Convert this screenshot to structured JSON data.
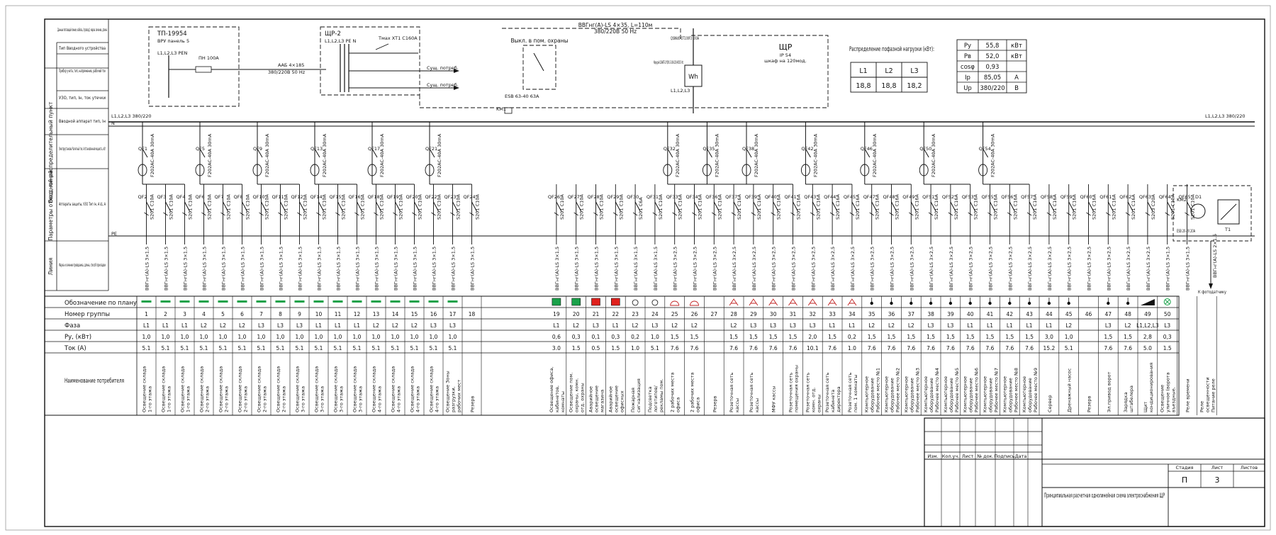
{
  "left_labels": {
    "supply": "Данные питающей линии, кабель, (провод), марка сечение, длина",
    "input_type": "Тип Вводного устройства",
    "meter": "Прибор учета, тип, напряжение, рабочий ток",
    "rcd": "УЗО, тип, Iн, ток утечки",
    "input_breaker": "Вводной аппарат тип, Iн",
    "electro": "Электроустановка Расчетный ток, А Установленная мощность, кВт",
    "protection": "Аппараты защиты, УЗО Тип Iн, А IΔ, А",
    "marking": "Марка и сечение проводника, длина, способ прокладки",
    "vertical_1": "Вводной распределительный пункт",
    "vertical_2": "Параметры отход. линий",
    "vertical_3": "Линия"
  },
  "top": {
    "tp_title": "ТП-19954",
    "tp_sub": "ВРУ панель 5",
    "tp_bus": "L1,L2,L3 PEN",
    "tp_fuse": "ПН 100А",
    "zsh_title": "ЩР-2",
    "zsh_bus": "L1,L2,L3 PE N",
    "zsh_cable": "ААБ 4×185",
    "zsh_volt": "380/220В 50 Hz",
    "zsh_breaker": "Тмах XT1 C160A",
    "ex1": "Сущ. потреб.",
    "ex2": "Сущ. потреб.",
    "security_switch": "Выкл. в пом. охраны",
    "esb": "ESB 63-40 63A",
    "km1": "KM1",
    "main_cable": "ВВГнг(А)-LS 4×35, L=110м",
    "main_volt": "380/220В 50 Hz",
    "main_breaker": "QS86d0 OT100F3 100A",
    "meter": "Меркурий 236ART-02 PQRS 5-100А 230/400В 50 Hz",
    "meter_symbol": "Wh",
    "meter_bus": "L1,L2,L3",
    "shr_title": "ЩР",
    "shr_ip": "IP 54",
    "shr_desc": "шкаф на 120мод.",
    "bus_left": "L1,L2,L3 380/220",
    "bus_right": "L1,L2,L3 380/220",
    "n_label": "N",
    "pe_label": "PE"
  },
  "phase_table": {
    "title": "Распределение пофазной нагрузки (кВт):",
    "headers": [
      "L1",
      "L2",
      "L3"
    ],
    "values": [
      "18,8",
      "18,8",
      "18,2"
    ]
  },
  "power_table": [
    {
      "k": "Ру",
      "v": "55,8",
      "u": "кВт"
    },
    {
      "k": "Рв",
      "v": "52,0",
      "u": "кВт"
    },
    {
      "k": "cosφ",
      "v": "0,93",
      "u": ""
    },
    {
      "k": "Iр",
      "v": "85,05",
      "u": "A"
    },
    {
      "k": "Uр",
      "v": "380/220",
      "u": "B"
    }
  ],
  "row_labels": {
    "plan": "Обозначение по плану",
    "group": "Номер группы",
    "phase": "Фаза",
    "power": "Ру, (кВт)",
    "current": "Ток (А)",
    "name": "Наименование потребителя"
  },
  "rcd_left": [
    "QF1",
    "QF5",
    "QF9",
    "QF13",
    "QF17",
    "QF21"
  ],
  "rcd_right": [
    "QF32",
    "QF35",
    "QF38",
    "QF42",
    "QF46",
    "QF50",
    "QF54"
  ],
  "rcd_label": "F202AC-40A 30mA",
  "cable_label": "ВВГнг(А)-LS 3×1,5",
  "cable_label_b": "ВВГнг(А)-LS 3×2,5",
  "groups": [
    {
      "n": "1",
      "phase": "L1",
      "p": "1,0",
      "i": "5.1",
      "name": "Освещение склада 1-го этажа",
      "qf": "QF2",
      "br": "S201 C10A",
      "sym": "green"
    },
    {
      "n": "2",
      "phase": "L1",
      "p": "1,0",
      "i": "5.1",
      "name": "Освещение склада 1-го этажа",
      "qf": "QF3",
      "br": "S201 C10A",
      "sym": "green"
    },
    {
      "n": "3",
      "phase": "L1",
      "p": "1,0",
      "i": "5.1",
      "name": "Освещение склада 1-го этажа",
      "qf": "QF4",
      "br": "S201 C10A",
      "sym": "green"
    },
    {
      "n": "4",
      "phase": "L2",
      "p": "1,0",
      "i": "5.1",
      "name": "Освещение склада 2-го этажа",
      "qf": "QF6",
      "br": "S201 C10A",
      "sym": "green"
    },
    {
      "n": "5",
      "phase": "L2",
      "p": "1,0",
      "i": "5.1",
      "name": "Освещение склада 2-го этажа",
      "qf": "QF7",
      "br": "S201 C10A",
      "sym": "green"
    },
    {
      "n": "6",
      "phase": "L2",
      "p": "1,0",
      "i": "5.1",
      "name": "Освещение склада 2-го этажа",
      "qf": "QF8",
      "br": "S201 C10A",
      "sym": "green"
    },
    {
      "n": "7",
      "phase": "L3",
      "p": "1,0",
      "i": "5.1",
      "name": "Освещение склада 2-го этажа",
      "qf": "QF10",
      "br": "S201 C10A",
      "sym": "green"
    },
    {
      "n": "8",
      "phase": "L3",
      "p": "1,0",
      "i": "5.1",
      "name": "Освещение склада 2-го этажа",
      "qf": "QF11",
      "br": "S201 C10A",
      "sym": "green"
    },
    {
      "n": "9",
      "phase": "L3",
      "p": "1,0",
      "i": "5.1",
      "name": "Освещение склада 3-го этажа",
      "qf": "QF12",
      "br": "S201 C10A",
      "sym": "green"
    },
    {
      "n": "10",
      "phase": "L1",
      "p": "1,0",
      "i": "5.1",
      "name": "Освещение склада 3-го этажа",
      "qf": "QF14",
      "br": "S201 C10A",
      "sym": "green"
    },
    {
      "n": "11",
      "phase": "L1",
      "p": "1,0",
      "i": "5.1",
      "name": "Освещение склада 3-го этажа",
      "qf": "QF15",
      "br": "S201 C10A",
      "sym": "green"
    },
    {
      "n": "12",
      "phase": "L1",
      "p": "1,0",
      "i": "5.1",
      "name": "Освещение склада 3-го этажа",
      "qf": "QF16",
      "br": "S201 C10A",
      "sym": "green"
    },
    {
      "n": "13",
      "phase": "L2",
      "p": "1,0",
      "i": "5.1",
      "name": "Освещение склада 4-го этажа",
      "qf": "QF18",
      "br": "S201 C10A",
      "sym": "green"
    },
    {
      "n": "14",
      "phase": "L2",
      "p": "1,0",
      "i": "5.1",
      "name": "Освещение склада 4-го этажа",
      "qf": "QF19",
      "br": "S201 C10A",
      "sym": "green"
    },
    {
      "n": "15",
      "phase": "L2",
      "p": "1,0",
      "i": "5.1",
      "name": "Освещение склада 4-го этажа",
      "qf": "QF20",
      "br": "S201 C10A",
      "sym": "green"
    },
    {
      "n": "16",
      "phase": "L3",
      "p": "1,0",
      "i": "5.1",
      "name": "Освещение склада 4-го этажа",
      "qf": "QF22",
      "br": "S201 C10A",
      "sym": "green"
    },
    {
      "n": "17",
      "phase": "L3",
      "p": "1,0",
      "i": "5.1",
      "name": "Освещение Зоны разгрузки, рабочих мест 1-го эт.",
      "qf": "QF23",
      "br": "S201 C10A",
      "sym": "green"
    },
    {
      "n": "18",
      "phase": "",
      "p": "",
      "i": "",
      "name": "Резерв",
      "qf": "QF24",
      "br": "S201 C10A",
      "sym": ""
    },
    {
      "n": "19",
      "phase": "L1",
      "p": "0,6",
      "i": "3.0",
      "name": "Освещение офиса, кабинетов, комнаты",
      "qf": "QF26",
      "br": "S201 C10A",
      "sym": "greenbox"
    },
    {
      "n": "20",
      "phase": "L2",
      "p": "0,3",
      "i": "1.5",
      "name": "Освещение пом. охраны, комн. отд. охраны",
      "qf": "QF27",
      "br": "S201 C10A",
      "sym": "greenbox"
    },
    {
      "n": "21",
      "phase": "L3",
      "p": "0,1",
      "i": "0.5",
      "name": "Аварийное освещение магазина",
      "qf": "QF28",
      "br": "S201 C10A",
      "sym": "redbox"
    },
    {
      "n": "22",
      "phase": "L1",
      "p": "0,3",
      "i": "1.5",
      "name": "Аварийное освещение офисных помещений",
      "qf": "QF29",
      "br": "S201 C10A",
      "sym": "redbox"
    },
    {
      "n": "23",
      "phase": "L2",
      "p": "0,2",
      "i": "1.0",
      "name": "Пожарная сигнализация",
      "qf": "QF30",
      "br": "S201 C6A",
      "sym": "plug"
    },
    {
      "n": "24",
      "phase": "L3",
      "p": "1,0",
      "i": "5.1",
      "name": "Подсветка логотипов/ рекламы пом. 2-го эт.",
      "qf": "QF31",
      "br": "S201 C10A",
      "sym": "plug"
    },
    {
      "n": "25",
      "phase": "L2",
      "p": "1,5",
      "i": "7.6",
      "name": "2 рабочих места офиса",
      "qf": "QF33",
      "br": "S201 C16A",
      "sym": "desk"
    },
    {
      "n": "26",
      "phase": "L2",
      "p": "1,5",
      "i": "7.6",
      "name": "2 рабочих места офиса",
      "qf": "QF34",
      "br": "S201 C16A",
      "sym": "desk"
    },
    {
      "n": "27",
      "phase": "",
      "p": "",
      "i": "",
      "name": "Резерв",
      "qf": "QF36",
      "br": "S201 C16A",
      "sym": ""
    },
    {
      "n": "28",
      "phase": "L2",
      "p": "1,5",
      "i": "7.6",
      "name": "Розеточная сеть кассы",
      "qf": "QF37",
      "br": "S201 C16A",
      "sym": "socket"
    },
    {
      "n": "29",
      "phase": "L3",
      "p": "1,5",
      "i": "7.6",
      "name": "Розеточная сеть кассы",
      "qf": "QF39",
      "br": "S201 C16A",
      "sym": "socket"
    },
    {
      "n": "30",
      "phase": "L3",
      "p": "1,5",
      "i": "7.6",
      "name": "МФУ кассы",
      "qf": "QF40",
      "br": "S201 C16A",
      "sym": "socket"
    },
    {
      "n": "31",
      "phase": "L3",
      "p": "1,5",
      "i": "7.6",
      "name": "Розеточная сеть помещения охраны",
      "qf": "QF41",
      "br": "S201 C16A",
      "sym": "socket"
    },
    {
      "n": "32",
      "phase": "L3",
      "p": "2,0",
      "i": "10.1",
      "name": "Розеточная сеть комн. отд. охраны",
      "qf": "QF43",
      "br": "S201 C16A",
      "sym": "socket"
    },
    {
      "n": "33",
      "phase": "L1",
      "p": "1,5",
      "i": "7.6",
      "name": "Розеточная сеть кабинета директора",
      "qf": "QF44",
      "br": "S201 C16A",
      "sym": "socket"
    },
    {
      "n": "34",
      "phase": "L1",
      "p": "0,2",
      "i": "1.0",
      "name": "Розеточная сеть пом. 1 комнаты",
      "qf": "QF45",
      "br": "S201 C16A",
      "sym": "socket"
    },
    {
      "n": "35",
      "phase": "L2",
      "p": "1,5",
      "i": "7.6",
      "name": "Компьютерное оборудование Рабочее место №1",
      "qf": "QF47",
      "br": "S201 C16A",
      "sym": "dot"
    },
    {
      "n": "36",
      "phase": "L2",
      "p": "1,5",
      "i": "7.6",
      "name": "Компьютерное оборудование Рабочее место №2",
      "qf": "QF48",
      "br": "S201 C16A",
      "sym": "dot"
    },
    {
      "n": "37",
      "phase": "L2",
      "p": "1,5",
      "i": "7.6",
      "name": "Компьютерное оборудование Рабочее место №3",
      "qf": "QF49",
      "br": "S201 C16A",
      "sym": "dot"
    },
    {
      "n": "38",
      "phase": "L3",
      "p": "1,5",
      "i": "7.6",
      "name": "Компьютерное оборудование Рабочее место №4",
      "qf": "QF51",
      "br": "S201 C16A",
      "sym": "dot"
    },
    {
      "n": "39",
      "phase": "L3",
      "p": "1,5",
      "i": "7.6",
      "name": "Компьютерное оборудование Рабочее место №5",
      "qf": "QF52",
      "br": "S201 C16A",
      "sym": "dot"
    },
    {
      "n": "40",
      "phase": "L1",
      "p": "1,5",
      "i": "7.6",
      "name": "Компьютерное оборудование Рабочее место №6",
      "qf": "QF53",
      "br": "S201 C16A",
      "sym": "dot"
    },
    {
      "n": "41",
      "phase": "L1",
      "p": "1,5",
      "i": "7.6",
      "name": "Компьютерное оборудование Рабочее место №7",
      "qf": "QF55",
      "br": "S201 C16A",
      "sym": "dot"
    },
    {
      "n": "42",
      "phase": "L1",
      "p": "1,5",
      "i": "7.6",
      "name": "Компьютерное оборудование Рабочее место №8",
      "qf": "QF56",
      "br": "S201 C16A",
      "sym": "dot"
    },
    {
      "n": "43",
      "phase": "L1",
      "p": "1,5",
      "i": "7.6",
      "name": "Компьютерное оборудование Рабочее место №9",
      "qf": "QF57",
      "br": "S201 C16A",
      "sym": "dot"
    },
    {
      "n": "44",
      "phase": "L1",
      "p": "3,0",
      "i": "15.2",
      "name": "Сервер",
      "qf": "QF58",
      "br": "S201 C16A",
      "sym": "dot"
    },
    {
      "n": "45",
      "phase": "L2",
      "p": "1,0",
      "i": "5.1",
      "name": "Дренажный насос",
      "qf": "QF59",
      "br": "S201 C16A",
      "sym": "dot"
    },
    {
      "n": "46",
      "phase": "",
      "p": "",
      "i": "",
      "name": "Резерв",
      "qf": "QF60",
      "br": "S201 C16A",
      "sym": ""
    },
    {
      "n": "47",
      "phase": "L3",
      "p": "1,5",
      "i": "7.6",
      "name": "Эл.привод ворот",
      "qf": "QF61",
      "br": "S201 C16A",
      "sym": "dot"
    },
    {
      "n": "48",
      "phase": "L2",
      "p": "1,5",
      "i": "7.6",
      "name": "Зарядка штабелера",
      "qf": "QF62",
      "br": "S201 C16A",
      "sym": "dot"
    },
    {
      "n": "49",
      "phase": "L1,L2,L3",
      "p": "2,8",
      "i": "5.0",
      "name": "Щит кондиционирования",
      "qf": "QF63",
      "br": "S203 C20A",
      "sym": "wedge"
    },
    {
      "n": "50",
      "phase": "L3",
      "p": "0,3",
      "i": "1.5",
      "name": "Освещение уличное (ворота въездные, ворота)",
      "qf": "QF64",
      "br": "S201 C10A",
      "sym": "lamp"
    },
    {
      "n": "",
      "phase": "",
      "p": "",
      "i": "",
      "name": "Реле времени",
      "qf": "QF65",
      "br": "S201 C10A",
      "sym": ""
    },
    {
      "n": "",
      "phase": "",
      "p": "",
      "i": "",
      "name": "Реле освещенности Питание реле",
      "qf": "",
      "br": "",
      "sym": ""
    }
  ],
  "relay": {
    "km2": "KM2",
    "esb": "ESB 20-20 20A",
    "t1": "T1",
    "d1": "D1",
    "cable": "ВВГнг(А)-LS 2×1,5",
    "to": "К фотодатчику"
  },
  "stamp": {
    "cols": [
      "Изм.",
      "Кол.уч.",
      "Лист",
      "№ док.",
      "Подпись",
      "Дата"
    ],
    "stage_head": "Стадия",
    "sheet_head": "Лист",
    "sheets_head": "Листов",
    "stage": "П",
    "sheet": "3",
    "sheets": "",
    "title": "Принципиальная расчетная однолинейная схема электроснабжения ЩР"
  }
}
